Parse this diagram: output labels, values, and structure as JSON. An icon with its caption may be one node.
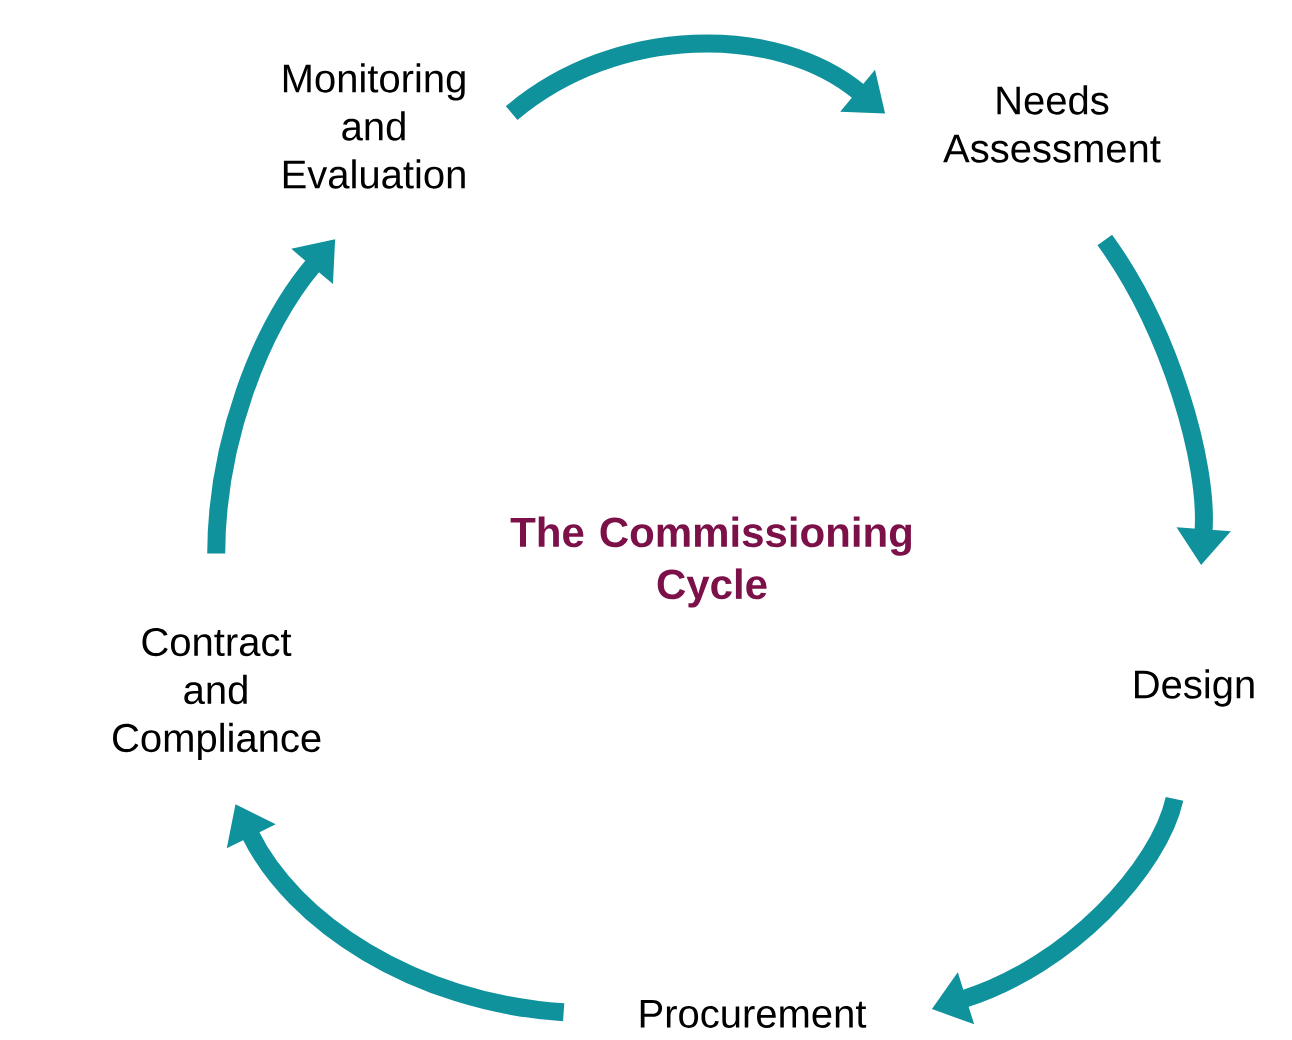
{
  "diagram": {
    "title": "The Commissioning Cycle",
    "nodes": [
      {
        "text": [
          "Monitoring and Evaluation"
        ]
      },
      {
        "text": [
          "Needs Assessment"
        ]
      },
      {
        "text": [
          "Design"
        ]
      },
      {
        "text": [
          "Procurement"
        ]
      },
      {
        "text": [
          "Contract and Compliance"
        ]
      }
    ],
    "edges": [
      {
        "from": 0,
        "to": 1,
        "arrow": "to"
      },
      {
        "from": 1,
        "to": 2,
        "arrow": "to"
      },
      {
        "from": 2,
        "to": 3,
        "arrow": "to"
      },
      {
        "from": 3,
        "to": 4,
        "arrow": "to"
      },
      {
        "from": 4,
        "to": 0,
        "arrow": "to"
      }
    ]
  }
}
